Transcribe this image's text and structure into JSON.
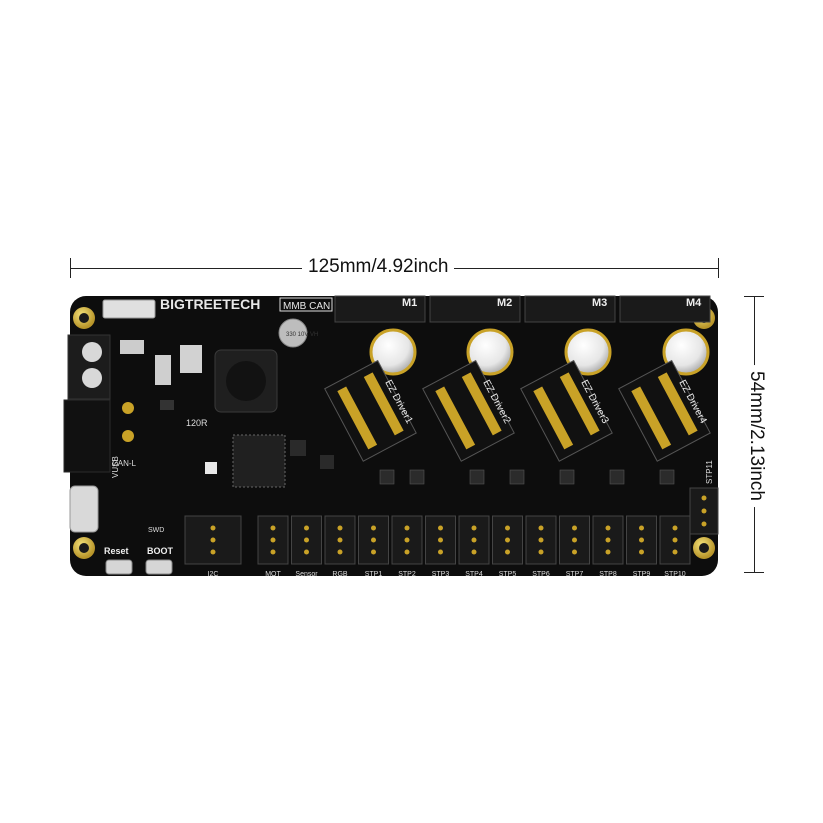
{
  "dimensions": {
    "width_label": "125mm/4.92inch",
    "height_label": "54mm/2.13inch"
  },
  "board": {
    "brand": "BIGTREETECH",
    "model": "MMB CAN",
    "pcb_color": "#0d0d0d",
    "motor_labels": [
      "M1",
      "M2",
      "M3",
      "M4"
    ],
    "driver_labels": [
      "EZ Driver1",
      "EZ Driver2",
      "EZ Driver3",
      "EZ Driver4"
    ],
    "capacitor_label": "330 10V VH",
    "resistor_label": "120R",
    "can_label": "CAN-L",
    "usb_label": "VUSB",
    "swd_label": "SWD",
    "button_labels": [
      "Reset",
      "BOOT"
    ],
    "connector_labels": [
      "I2C",
      "MOT",
      "Sensor",
      "RGB",
      "STP1",
      "STP2",
      "STP3",
      "STP4",
      "STP5",
      "STP6",
      "STP7",
      "STP8",
      "STP9",
      "STP10"
    ],
    "side_connector_label": "STP11"
  }
}
